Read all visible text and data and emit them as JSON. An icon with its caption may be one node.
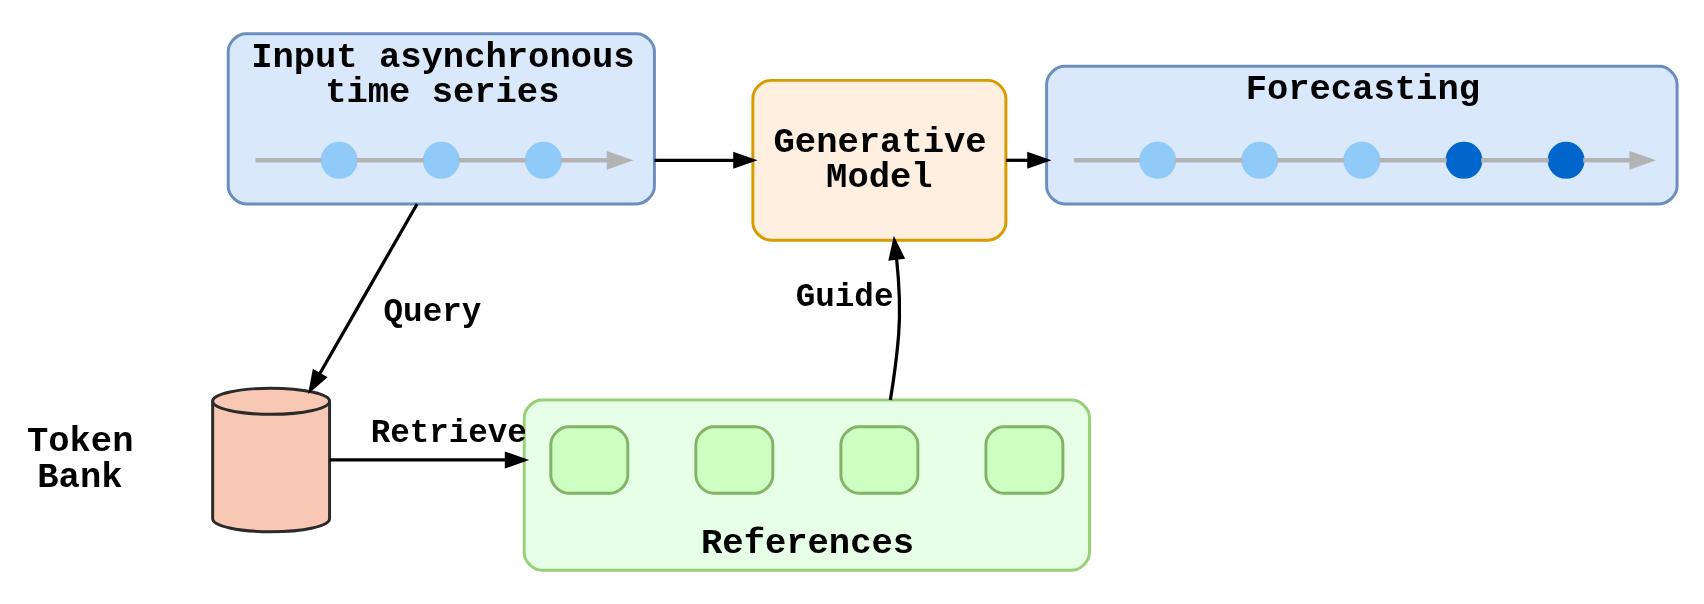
{
  "diagram": {
    "nodes": [
      {
        "text": [
          "Input asynchronous time series"
        ]
      },
      {
        "text": [],
        "shape": "circle",
        "in": 0
      },
      {
        "text": [],
        "shape": "circle",
        "in": 0
      },
      {
        "text": [],
        "shape": "circle",
        "in": 0
      },
      {
        "text": [
          "Generative Model"
        ]
      },
      {
        "text": [
          "Forecasting"
        ]
      },
      {
        "text": [],
        "shape": "circle",
        "in": 5
      },
      {
        "text": [],
        "shape": "circle",
        "in": 5
      },
      {
        "text": [],
        "shape": "circle",
        "in": 5
      },
      {
        "text": [],
        "shape": "circle",
        "in": 5
      },
      {
        "text": [],
        "shape": "circle",
        "in": 5
      },
      {
        "text": [],
        "shape": "cylinder",
        "beside": [
          "Token Bank"
        ]
      },
      {
        "text": [
          "References"
        ]
      },
      {
        "text": [],
        "shape": "box",
        "in": 12
      },
      {
        "text": [],
        "shape": "box",
        "in": 12
      },
      {
        "text": [],
        "shape": "box",
        "in": 12
      },
      {
        "text": [],
        "shape": "box",
        "in": 12
      }
    ],
    "edges": [
      {
        "from": 0,
        "to": 4,
        "arrow": "to",
        "color": "#000000"
      },
      {
        "from": 4,
        "to": 5,
        "arrow": "to",
        "color": "#000000"
      },
      {
        "from": 0,
        "to": 11,
        "arrow": "to",
        "label": "Query",
        "color": "#000000"
      },
      {
        "from": 11,
        "to": 12,
        "arrow": "to",
        "label": "Retrieve",
        "color": "#000000"
      },
      {
        "from": 12,
        "to": 4,
        "arrow": "to",
        "label": "Guide",
        "color": "#000000"
      },
      {
        "from": null,
        "to": 1,
        "arrow": "none",
        "color": "#b3b3b3"
      },
      {
        "from": 1,
        "to": 2,
        "arrow": "none",
        "color": "#b3b3b3"
      },
      {
        "from": 2,
        "to": 3,
        "arrow": "none",
        "color": "#b3b3b3"
      },
      {
        "from": 3,
        "to": null,
        "arrow": "to",
        "color": "#b3b3b3"
      },
      {
        "from": null,
        "to": 6,
        "arrow": "none",
        "color": "#b3b3b3"
      },
      {
        "from": 6,
        "to": 7,
        "arrow": "none",
        "color": "#b3b3b3"
      },
      {
        "from": 7,
        "to": 8,
        "arrow": "none",
        "color": "#b3b3b3"
      },
      {
        "from": 8,
        "to": 9,
        "arrow": "none",
        "color": "#b3b3b3"
      },
      {
        "from": 9,
        "to": 10,
        "arrow": "none",
        "color": "#b3b3b3"
      },
      {
        "from": 10,
        "to": null,
        "arrow": "to",
        "color": "#b3b3b3"
      }
    ]
  }
}
